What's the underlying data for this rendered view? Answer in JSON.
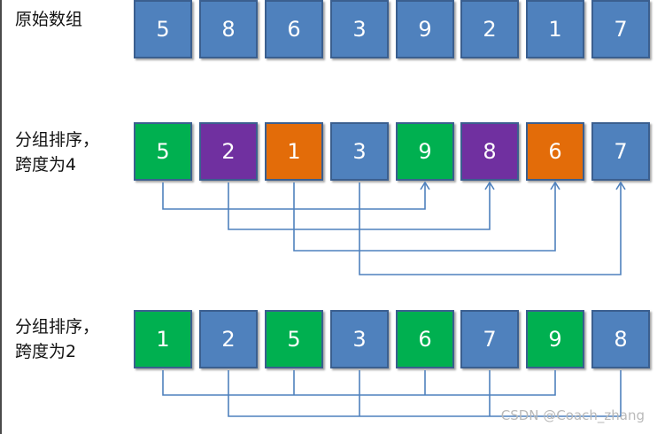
{
  "colors": {
    "blue": "#4f81bd",
    "green": "#00b050",
    "purple": "#7030a0",
    "orange": "#e36c09",
    "line": "#4f81bd"
  },
  "rows": [
    {
      "label_lines": [
        "原始数组"
      ],
      "cells": [
        {
          "v": "5",
          "c": "blue"
        },
        {
          "v": "8",
          "c": "blue"
        },
        {
          "v": "6",
          "c": "blue"
        },
        {
          "v": "3",
          "c": "blue"
        },
        {
          "v": "9",
          "c": "blue"
        },
        {
          "v": "2",
          "c": "blue"
        },
        {
          "v": "1",
          "c": "blue"
        },
        {
          "v": "7",
          "c": "blue"
        }
      ]
    },
    {
      "label_lines": [
        "分组排序，",
        "跨度为4"
      ],
      "cells": [
        {
          "v": "5",
          "c": "green"
        },
        {
          "v": "2",
          "c": "purple"
        },
        {
          "v": "1",
          "c": "orange"
        },
        {
          "v": "3",
          "c": "blue"
        },
        {
          "v": "9",
          "c": "green"
        },
        {
          "v": "8",
          "c": "purple"
        },
        {
          "v": "6",
          "c": "orange"
        },
        {
          "v": "7",
          "c": "blue"
        }
      ]
    },
    {
      "label_lines": [
        "分组排序，",
        "跨度为2"
      ],
      "cells": [
        {
          "v": "1",
          "c": "green"
        },
        {
          "v": "2",
          "c": "blue"
        },
        {
          "v": "5",
          "c": "green"
        },
        {
          "v": "3",
          "c": "blue"
        },
        {
          "v": "6",
          "c": "green"
        },
        {
          "v": "7",
          "c": "blue"
        },
        {
          "v": "9",
          "c": "green"
        },
        {
          "v": "8",
          "c": "blue"
        }
      ]
    }
  ],
  "watermark": "CSDN @Coach_zhang"
}
